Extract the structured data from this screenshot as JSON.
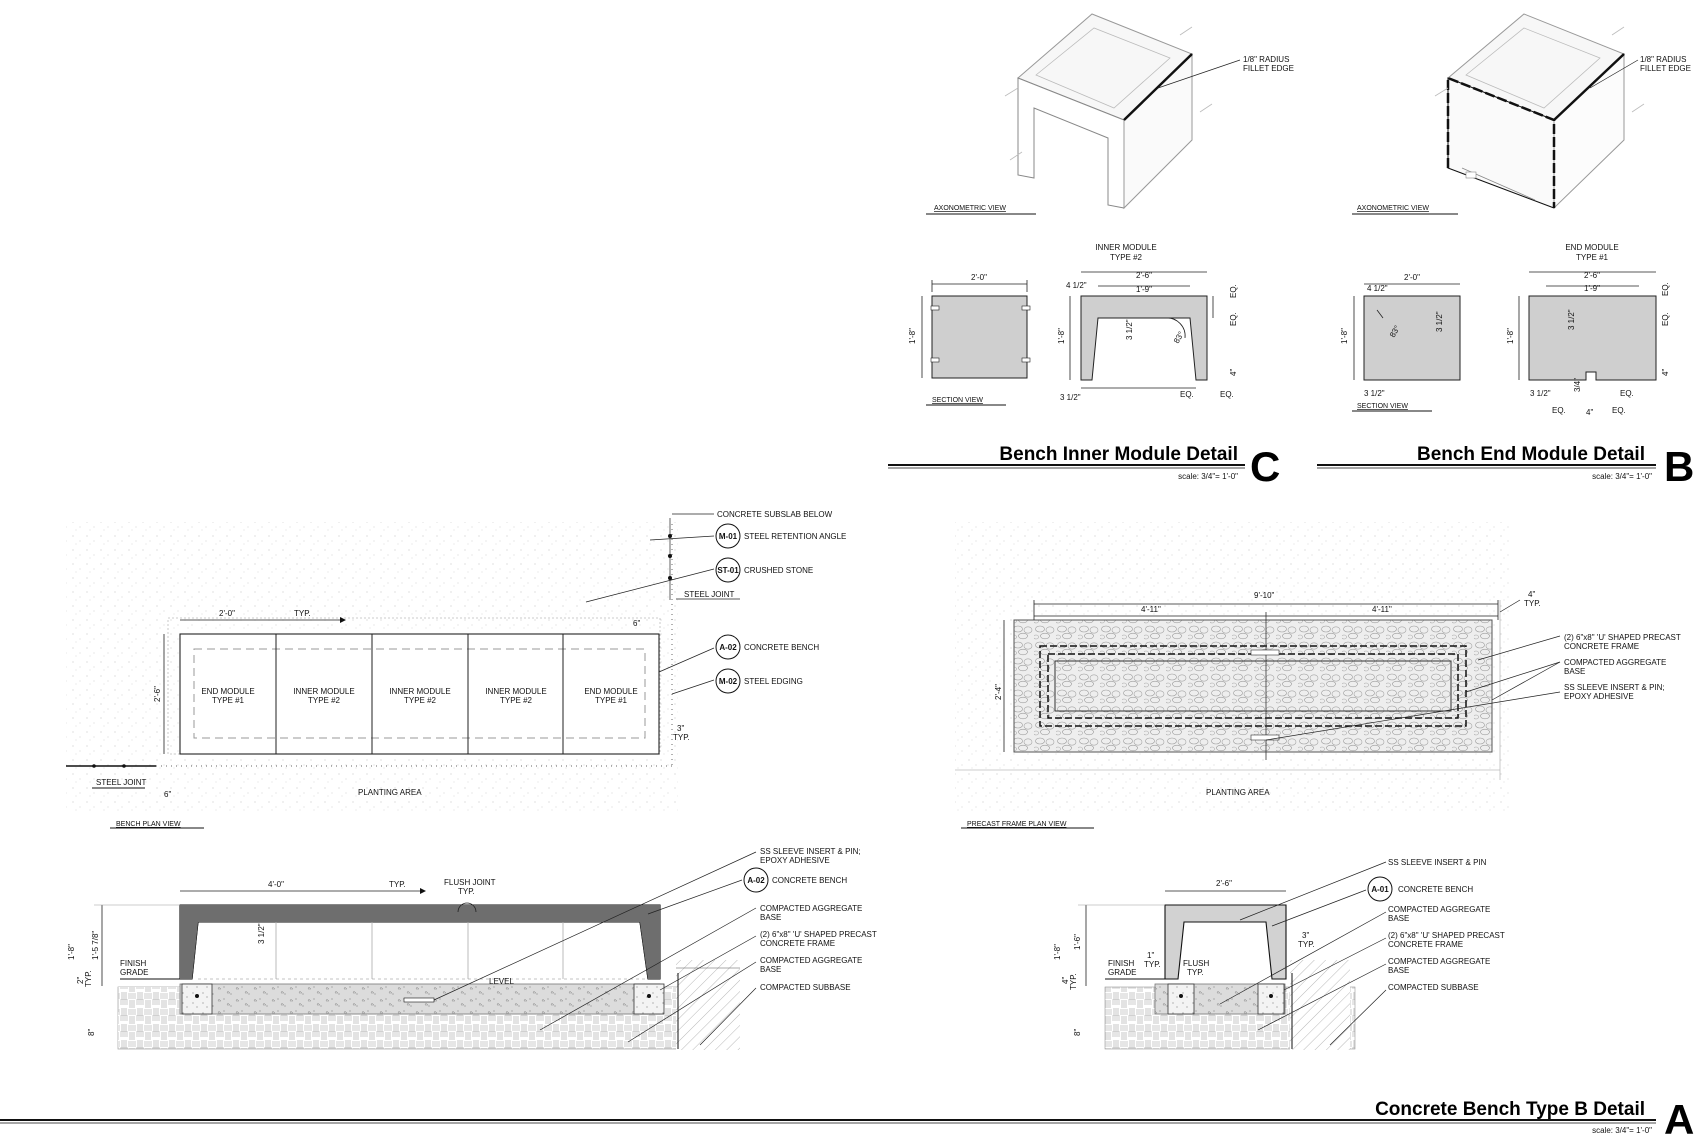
{
  "detail_c": {
    "title": "Bench Inner Module Detail",
    "scale": "scale: 3/4\"= 1'-0\"",
    "letter": "C",
    "axo_label": "AXONOMETRIC VIEW",
    "section_label": "SECTION VIEW",
    "fillet_1": "1/8\" RADIUS",
    "fillet_2": "FILLET EDGE",
    "module_1": "INNER MODULE",
    "module_2": "TYPE #2",
    "dims": {
      "w_left": "2'-0\"",
      "h_left": "1'-8\"",
      "w_outer": "2'-6\"",
      "w_inner": "1'-9\"",
      "leg": "4 1/2\"",
      "top": "3 1/2\"",
      "angle": "83°",
      "h_right": "1'-8\"",
      "bottom": "3 1/2\"",
      "eq1": "EQ.",
      "eq2": "EQ.",
      "eq3": "EQ.",
      "eq4": "EQ.",
      "four": "4\""
    }
  },
  "detail_b": {
    "title": "Bench End Module Detail",
    "scale": "scale: 3/4\"= 1'-0\"",
    "letter": "B",
    "axo_label": "AXONOMETRIC VIEW",
    "section_label": "SECTION VIEW",
    "fillet_1": "1/8\" RADIUS",
    "fillet_2": "FILLET EDGE",
    "module_1": "END MODULE",
    "module_2": "TYPE #1",
    "dims": {
      "w_left": "2'-0\"",
      "h_left": "1'-8\"",
      "leg": "4 1/2\"",
      "angle": "83°",
      "top_l": "3 1/2\"",
      "bottom_l": "3 1/2\"",
      "w_outer": "2'-6\"",
      "w_inner": "1'-9\"",
      "top_r": "3 1/2\"",
      "h_right": "1'-8\"",
      "bottom_r": "3 1/2\"",
      "notch": "3/4\"",
      "four": "4\"",
      "eq1": "EQ.",
      "eq2": "EQ.",
      "eq3": "EQ.",
      "eq4": "EQ.",
      "eq5": "EQ."
    }
  },
  "detail_a": {
    "title": "Concrete Bench Type B Detail",
    "scale": "scale: 3/4\"= 1'-0\"",
    "letter": "A"
  },
  "plan_view": {
    "label": "BENCH PLAN VIEW",
    "planting": "PLANTING AREA",
    "steel_joint_top": "STEEL JOINT",
    "steel_joint_left": "STEEL JOINT",
    "dim_module": "2'-0\"",
    "typ": "TYP.",
    "dim_height": "2'-6\"",
    "six_bottom": "6\"",
    "six_top": "6\"",
    "three": "3\"",
    "three_typ": "TYP.",
    "modules": [
      {
        "l1": "END MODULE",
        "l2": "TYPE #1"
      },
      {
        "l1": "INNER MODULE",
        "l2": "TYPE #2"
      },
      {
        "l1": "INNER MODULE",
        "l2": "TYPE #2"
      },
      {
        "l1": "INNER MODULE",
        "l2": "TYPE #2"
      },
      {
        "l1": "END MODULE",
        "l2": "TYPE #1"
      }
    ],
    "callouts": {
      "subslab": "CONCRETE SUBSLAB BELOW",
      "m01": "M-01",
      "m01_text": "STEEL RETENTION ANGLE",
      "st01": "ST-01",
      "st01_text": "CRUSHED STONE",
      "a02": "A-02",
      "a02_text": "CONCRETE BENCH",
      "m02": "M-02",
      "m02_text": "STEEL EDGING"
    }
  },
  "precast_view": {
    "label": "PRECAST FRAME PLAN VIEW",
    "planting": "PLANTING AREA",
    "dim_total": "9'-10\"",
    "dim_left": "4'-11\"",
    "dim_right": "4'-11\"",
    "dim_height": "2'-4\"",
    "four": "4\"",
    "four_typ": "TYP.",
    "callouts": {
      "frame_1": "(2) 6\"x8\" 'U' SHAPED PRECAST",
      "frame_2": "CONCRETE FRAME",
      "agg_1": "COMPACTED AGGREGATE",
      "agg_2": "BASE",
      "sleeve_1": "SS SLEEVE INSERT & PIN;",
      "sleeve_2": "EPOXY ADHESIVE"
    }
  },
  "elevation_left": {
    "dim_width": "4'-0\"",
    "typ": "TYP.",
    "flush_1": "FLUSH JOINT",
    "flush_2": "TYP.",
    "h_total": "1'-8\"",
    "h_inner": "1'-5 7/8\"",
    "finish_1": "FINISH",
    "finish_2": "GRADE",
    "two": "2\"",
    "two_typ": "TYP.",
    "eight": "8\"",
    "thick": "3 1/2\"",
    "level": "LEVEL",
    "callouts": {
      "sleeve_1": "SS SLEEVE INSERT & PIN;",
      "sleeve_2": "EPOXY ADHESIVE",
      "a02": "A-02",
      "a02_text": "CONCRETE BENCH",
      "agg_1": "COMPACTED AGGREGATE",
      "agg_2": "BASE",
      "frame_1": "(2) 6\"x8\" 'U' SHAPED PRECAST",
      "frame_2": "CONCRETE FRAME",
      "agg2_1": "COMPACTED AGGREGATE",
      "agg2_2": "BASE",
      "subbase": "COMPACTED SUBBASE"
    }
  },
  "elevation_right": {
    "dim_width": "2'-6\"",
    "h_total": "1'-8\"",
    "h_inner": "1'-6\"",
    "finish_1": "FINISH",
    "finish_2": "GRADE",
    "one": "1\"",
    "one_typ": "TYP.",
    "flush_1": "FLUSH",
    "flush_2": "TYP.",
    "three": "3\"",
    "three_typ": "TYP.",
    "four": "4\"",
    "four_typ": "TYP.",
    "eight": "8\"",
    "callouts": {
      "sleeve": "SS SLEEVE INSERT & PIN",
      "a01": "A-01",
      "a01_text": "CONCRETE BENCH",
      "agg_1": "COMPACTED AGGREGATE",
      "agg_2": "BASE",
      "frame_1": "(2) 6\"x8\" 'U' SHAPED PRECAST",
      "frame_2": "CONCRETE FRAME",
      "agg2_1": "COMPACTED AGGREGATE",
      "agg2_2": "BASE",
      "subbase": "COMPACTED SUBBASE"
    }
  }
}
